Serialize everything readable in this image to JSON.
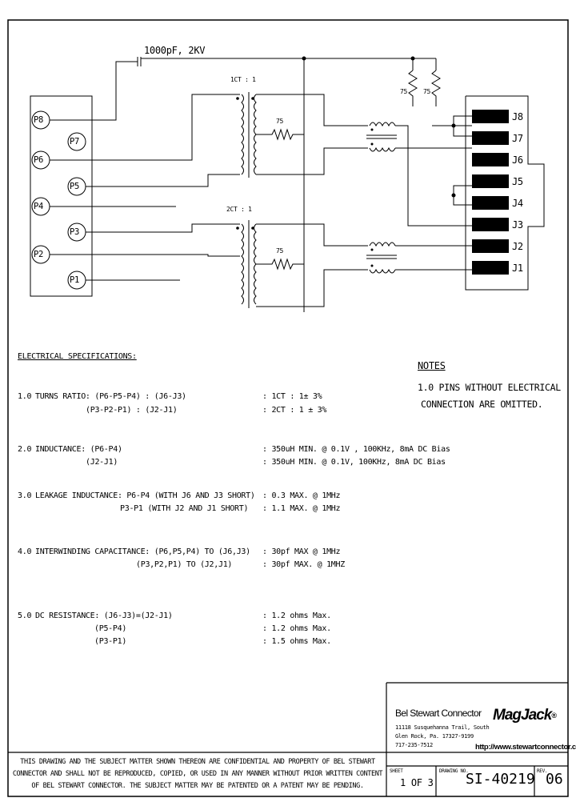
{
  "schematic": {
    "capacitor_label": "1000pF, 2KV",
    "top_ratio_label": "1CT : 1",
    "bottom_ratio_label": "2CT : 1",
    "resistor_top": "75",
    "resistor_bottom": "75",
    "term_resistor_a": "75",
    "term_resistor_b": "75",
    "left_pins": [
      "P8",
      "P7",
      "P6",
      "P5",
      "P4",
      "P3",
      "P2",
      "P1"
    ],
    "jack_pins": [
      "J8",
      "J7",
      "J6",
      "J5",
      "J4",
      "J3",
      "J2",
      "J1"
    ]
  },
  "specs": {
    "heading": "ELECTRICAL SPECIFICATIONS:",
    "items": [
      {
        "number": "1.0",
        "label": "TURNS RATIO: (P6-P5-P4) : (J6-J3)",
        "label2": "(P3-P2-P1) : (J2-J1)",
        "value1": ": 1CT : 1± 3%",
        "value2": ": 2CT : 1 ± 3%"
      },
      {
        "number": "2.0",
        "label": "INDUCTANCE: (P6-P4)",
        "label2": "(J2-J1)",
        "value1": ": 350uH MIN. @ 0.1V , 100KHz, 8mA DC Bias",
        "value2": ": 350uH MIN. @ 0.1V, 100KHz, 8mA DC Bias"
      },
      {
        "number": "3.0",
        "label": "LEAKAGE INDUCTANCE: P6-P4 (WITH J6 AND J3 SHORT)",
        "label2": "P3-P1 (WITH J2 AND J1 SHORT)",
        "value1": ": 0.3 MAX. @ 1MHz",
        "value2": ": 1.1 MAX. @ 1MHz"
      },
      {
        "number": "4.0",
        "label": "INTERWINDING CAPACITANCE: (P6,P5,P4) TO (J6,J3)",
        "label2": "(P3,P2,P1) TO (J2,J1)",
        "value1": ": 30pf MAX @ 1MHz",
        "value2": ": 30pf MAX. @ 1MHZ"
      },
      {
        "number": "5.0",
        "label": "DC RESISTANCE: (J6-J3)=(J2-J1)",
        "label2": "(P5-P4)",
        "label3": "(P3-P1)",
        "value1": ": 1.2 ohms Max.",
        "value2": ": 1.2 ohms Max.",
        "value3": ": 1.5 ohms Max."
      }
    ]
  },
  "notes": {
    "heading": "NOTES",
    "line1": "1.0 PINS WITHOUT ELECTRICAL",
    "line2": "CONNECTION ARE OMITTED."
  },
  "title_block": {
    "company": "Bel Stewart Connector",
    "address1": "11118 Susquehanna Trail, South",
    "address2": "Glen Rock, Pa. 17327-9199",
    "phone": "717-235-7512",
    "logo": "MagJack",
    "logo_mark": "®",
    "url": "http://www.stewartconnector.com",
    "confidential1": "THIS DRAWING AND THE SUBJECT MATTER SHOWN THEREON ARE CONFIDENTIAL AND PROPERTY OF BEL STEWART",
    "confidential2": "CONNECTOR AND SHALL NOT BE REPRODUCED, COPIED, OR USED IN ANY MANNER WITHOUT PRIOR WRITTEN CONTENT",
    "confidential3": "OF BEL STEWART CONNECTOR. THE SUBJECT MATTER MAY BE PATENTED OR A PATENT MAY BE PENDING.",
    "sheet_label": "SHEET",
    "sheet_value": "1 OF 3",
    "drawing_no_label": "DRAWING NO.",
    "drawing_no": "SI-40219",
    "rev_label": "REV.",
    "rev": "06"
  }
}
